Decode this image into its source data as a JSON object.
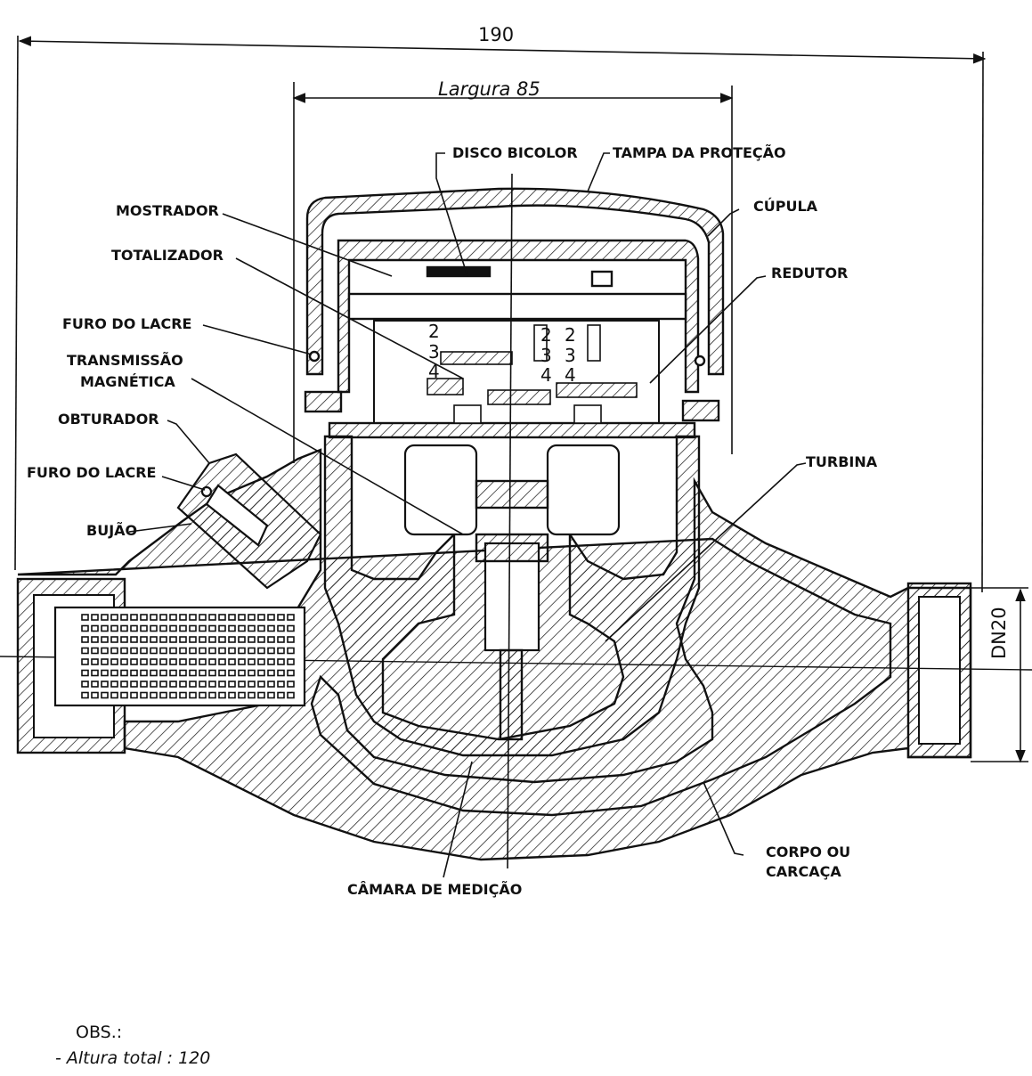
{
  "dimensions": {
    "overall": "190",
    "width": "Largura 85",
    "pipe": "DN20"
  },
  "labels": {
    "disco_bicolor": "DISCO BICOLOR",
    "tampa": "TAMPA DA PROTEÇÃO",
    "mostrador": "MOSTRADOR",
    "cupula": "CÚPULA",
    "totalizador": "TOTALIZADOR",
    "redutor": "REDUTOR",
    "furo_lacre_1": "FURO DO LACRE",
    "transmissao_1": "TRANSMISSÃO",
    "transmissao_2": "MAGNÉTICA",
    "obturador": "OBTURADOR",
    "turbina": "TURBINA",
    "furo_lacre_2": "FURO DO LACRE",
    "bujao": "BUJÃO",
    "corpo_1": "CORPO OU",
    "corpo_2": "CARCAÇA",
    "camara": "CÂMARA DE MEDIÇÃO"
  },
  "totalizer_digits": {
    "left": [
      "2",
      "3",
      "4"
    ],
    "right_a": [
      "2",
      "3",
      "4"
    ],
    "right_b": [
      "2",
      "3",
      "4"
    ]
  },
  "notes": {
    "obs": "OBS.:",
    "altura": "- Altura total : 120"
  },
  "colors": {
    "ink": "#111111",
    "paper": "#ffffff"
  }
}
